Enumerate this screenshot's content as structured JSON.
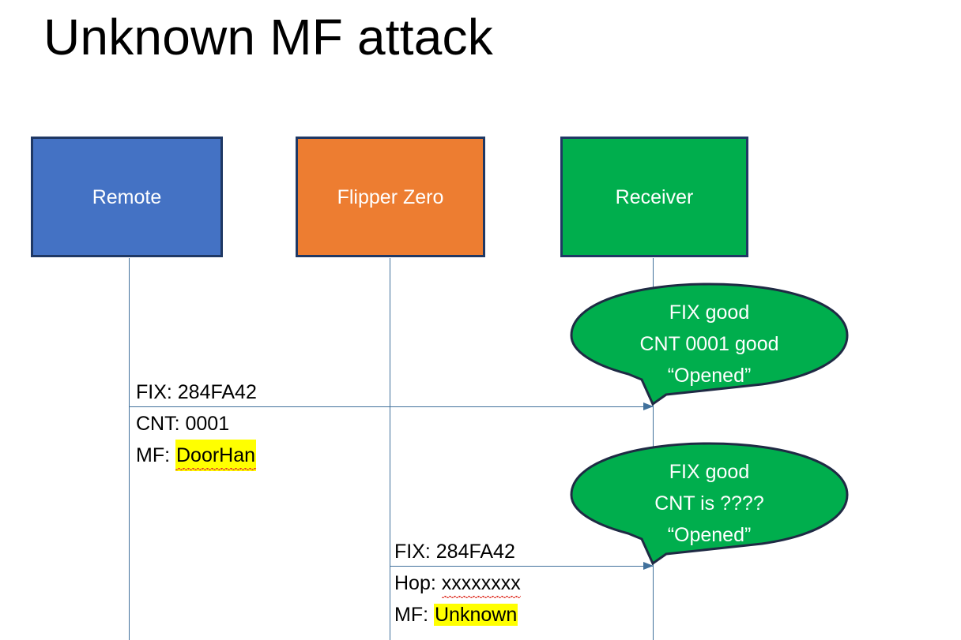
{
  "slide": {
    "title": "Unknown MF attack",
    "background_color": "#FFFFFF"
  },
  "colors": {
    "remote_fill": "#4472C4",
    "flipper_fill": "#ED7D31",
    "receiver_fill": "#00AE4D",
    "box_border": "#1F3864",
    "connector": "#41719C",
    "highlight": "#FFFF00",
    "spellcheck_underline": "#E03A2F",
    "text": "#000000",
    "box_label_text": "#FFFFFF"
  },
  "actors": [
    {
      "id": "remote",
      "label": "Remote"
    },
    {
      "id": "flipper",
      "label": "Flipper Zero"
    },
    {
      "id": "receiver",
      "label": "Receiver"
    }
  ],
  "messages": [
    {
      "id": "msg1",
      "from": "remote",
      "to": "receiver",
      "lines": {
        "line1": "FIX: 284FA42",
        "line2": "CNT: 0001",
        "line3_label": "MF: ",
        "line3_value": "DoorHan"
      }
    },
    {
      "id": "msg2",
      "from": "flipper",
      "to": "receiver",
      "lines": {
        "line1": "FIX: 284FA42",
        "line2_label": "Hop: ",
        "line2_value": "xxxxxxxx",
        "line3_label": "MF: ",
        "line3_value": "Unknown"
      }
    }
  ],
  "callouts": [
    {
      "id": "bubble1",
      "line1": "FIX good",
      "line2": "CNT 0001 good",
      "line3": "“Opened”"
    },
    {
      "id": "bubble2",
      "line1": "FIX good",
      "line2": "CNT is ????",
      "line3": "“Opened”"
    }
  ]
}
